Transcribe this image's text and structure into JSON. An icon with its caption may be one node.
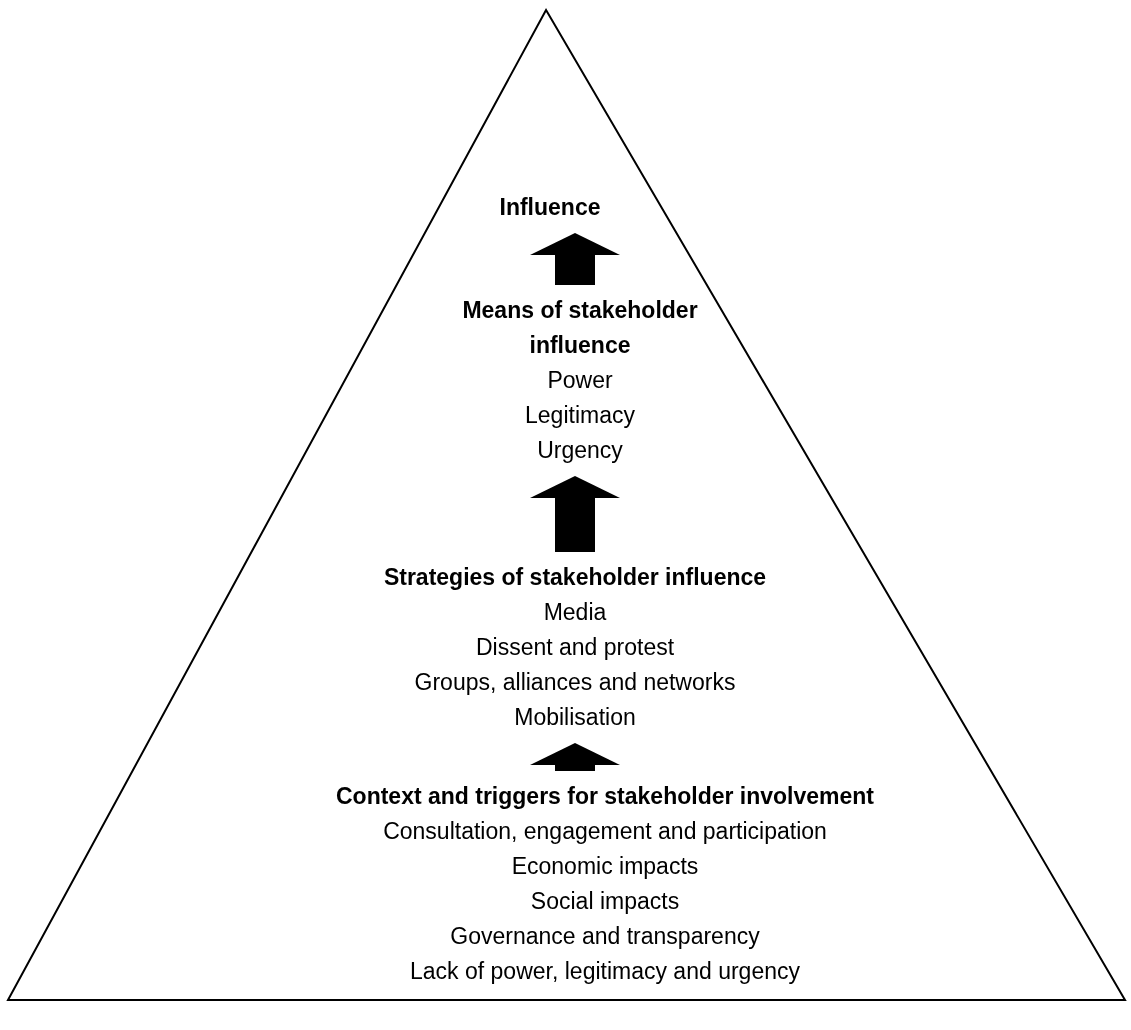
{
  "diagram": {
    "nodes": [
      {
        "text": [],
        "shape": "triangle"
      },
      {
        "text": [
          "Influence"
        ],
        "in": 0
      },
      {
        "text": [
          "Means of stakeholder influence",
          "Power",
          "Legitimacy",
          "Urgency"
        ],
        "in": 0
      },
      {
        "text": [
          "Strategies of stakeholder influence",
          "Media",
          "Dissent and protest",
          "Groups, alliances and networks",
          "Mobilisation"
        ],
        "in": 0
      },
      {
        "text": [
          "Context and triggers for stakeholder involvement",
          "Consultation, engagement and participation",
          "Economic impacts",
          "Social impacts",
          "Governance and transparency",
          "Lack of power, legitimacy and urgency"
        ],
        "in": 0
      }
    ],
    "edges": [
      {
        "from": 2,
        "to": 1,
        "arrow": "to"
      },
      {
        "from": 3,
        "to": 2,
        "arrow": "to"
      },
      {
        "from": 4,
        "to": 3,
        "arrow": "to"
      }
    ]
  }
}
